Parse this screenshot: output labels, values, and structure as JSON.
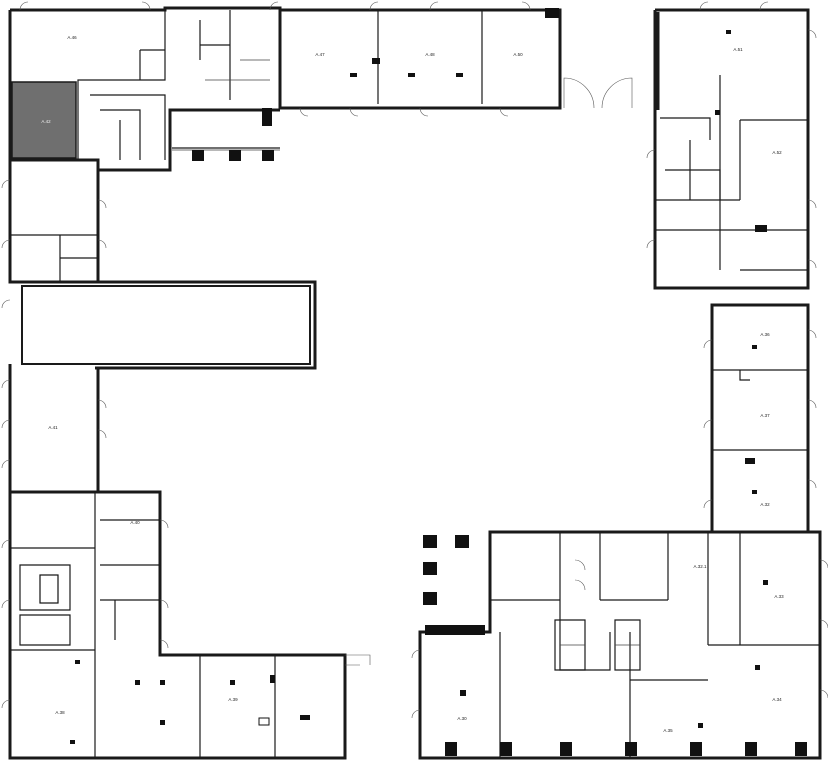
{
  "units": [
    {
      "id": "u46",
      "label": "A.46"
    },
    {
      "id": "u47",
      "label": "A.47"
    },
    {
      "id": "u48",
      "label": "A.48"
    },
    {
      "id": "u50",
      "label": "A.50"
    },
    {
      "id": "u51",
      "label": "A.51"
    },
    {
      "id": "u52",
      "label": "A.52"
    },
    {
      "id": "u42",
      "label": "A.42",
      "highlighted": true
    },
    {
      "id": "u41",
      "label": "A.41"
    },
    {
      "id": "u40",
      "label": "A.40"
    },
    {
      "id": "u38",
      "label": "A.38"
    },
    {
      "id": "u39",
      "label": "A.39"
    },
    {
      "id": "u30",
      "label": "A.30"
    },
    {
      "id": "u36",
      "label": "A.36"
    },
    {
      "id": "u37",
      "label": "A.37"
    },
    {
      "id": "u32",
      "label": "A.32"
    },
    {
      "id": "u321",
      "label": "A.32.1"
    },
    {
      "id": "u33",
      "label": "A.33"
    },
    {
      "id": "u34",
      "label": "A.34"
    },
    {
      "id": "u35",
      "label": "A.35"
    }
  ],
  "colors": {
    "highlight": "#6f6f6f",
    "wall": "#1a1a1a"
  }
}
